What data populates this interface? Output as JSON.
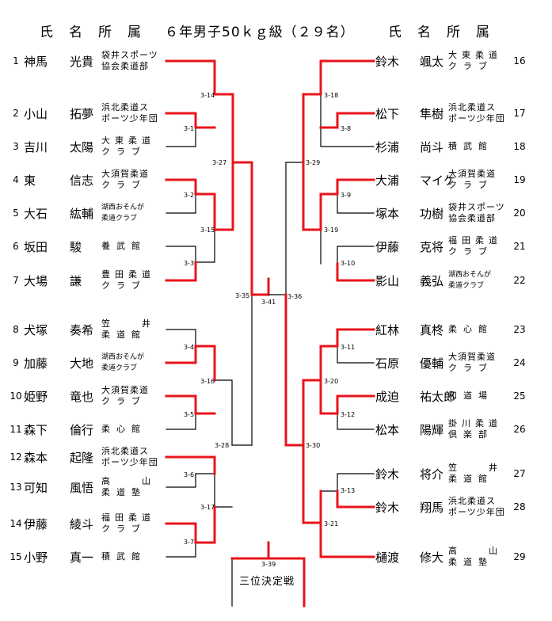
{
  "header": {
    "left_label": "氏名所属",
    "title": "６年男子50ｋｇ級（２９名）",
    "right_label": "氏名所属"
  },
  "left_entries": [
    {
      "no": "1",
      "last": "神馬",
      "first": "光貴",
      "club1": "袋井スポーツ",
      "club2": "協会柔道部"
    },
    {
      "no": "2",
      "last": "小山",
      "first": "拓夢",
      "club1": "浜北柔道ス",
      "club2": "ポーツ少年団"
    },
    {
      "no": "3",
      "last": "吉川",
      "first": "太陽",
      "club1": "大東柔道",
      "club2": "クラブ"
    },
    {
      "no": "4",
      "last": "東",
      "first": "信志",
      "club1": "大須賀柔道",
      "club2": "クラブ"
    },
    {
      "no": "5",
      "last": "大石",
      "first": "紘輔",
      "club1": "湖西おそんが",
      "club2": "柔道クラブ"
    },
    {
      "no": "6",
      "last": "坂田",
      "first": "駿",
      "club1": "養武館",
      "club2": ""
    },
    {
      "no": "7",
      "last": "大場",
      "first": "謙",
      "club1": "豊田柔道",
      "club2": "クラブ"
    },
    {
      "no": "8",
      "last": "犬塚",
      "first": "奏希",
      "club1": "笠　　井",
      "club2": "柔道館"
    },
    {
      "no": "9",
      "last": "加藤",
      "first": "大地",
      "club1": "湖西おそんが",
      "club2": "柔道クラブ"
    },
    {
      "no": "10",
      "last": "姫野",
      "first": "竜也",
      "club1": "大須賀柔道",
      "club2": "クラブ"
    },
    {
      "no": "11",
      "last": "森下",
      "first": "倫行",
      "club1": "柔心館",
      "club2": ""
    },
    {
      "no": "12",
      "last": "森本",
      "first": "起隆",
      "club1": "浜北柔道ス",
      "club2": "ポーツ少年団"
    },
    {
      "no": "13",
      "last": "可知",
      "first": "風悟",
      "club1": "高　　山",
      "club2": "柔道塾"
    },
    {
      "no": "14",
      "last": "伊藤",
      "first": "綾斗",
      "club1": "福田柔道",
      "club2": "クラブ"
    },
    {
      "no": "15",
      "last": "小野",
      "first": "真一",
      "club1": "積武館",
      "club2": ""
    }
  ],
  "right_entries": [
    {
      "no": "16",
      "last": "鈴木",
      "first": "颯太",
      "club1": "大東柔道",
      "club2": "クラブ"
    },
    {
      "no": "17",
      "last": "松下",
      "first": "隼樹",
      "club1": "浜北柔道ス",
      "club2": "ポーツ少年団"
    },
    {
      "no": "18",
      "last": "杉浦",
      "first": "尚斗",
      "club1": "積武館",
      "club2": ""
    },
    {
      "no": "19",
      "last": "大浦",
      "first": "マイケ",
      "club1": "大須賀柔道",
      "club2": "クラブ"
    },
    {
      "no": "20",
      "last": "塚本",
      "first": "功樹",
      "club1": "袋井スポーツ",
      "club2": "協会柔道部"
    },
    {
      "no": "21",
      "last": "伊藤",
      "first": "克将",
      "club1": "福田柔道",
      "club2": "クラブ"
    },
    {
      "no": "22",
      "last": "影山",
      "first": "義弘",
      "club1": "湖西おそんが",
      "club2": "柔道クラブ"
    },
    {
      "no": "23",
      "last": "紅林",
      "first": "真柊",
      "club1": "柔心館",
      "club2": ""
    },
    {
      "no": "24",
      "last": "石原",
      "first": "優輔",
      "club1": "大須賀柔道",
      "club2": "クラブ"
    },
    {
      "no": "25",
      "last": "成迫",
      "first": "祐太郎",
      "club1": "和道場",
      "club2": ""
    },
    {
      "no": "26",
      "last": "松本",
      "first": "陽輝",
      "club1": "掛川柔道",
      "club2": "倶楽部"
    },
    {
      "no": "27",
      "last": "鈴木",
      "first": "将介",
      "club1": "笠　　井",
      "club2": "柔道館"
    },
    {
      "no": "28",
      "last": "鈴木",
      "first": "翔馬",
      "club1": "浜北柔道ス",
      "club2": "ポーツ少年団"
    },
    {
      "no": "29",
      "last": "樋渡",
      "first": "修大",
      "club1": "高　　山",
      "club2": "柔道塾"
    }
  ],
  "matches": {
    "m1": "3-1",
    "m2": "3-2",
    "m3": "3-3",
    "m4": "3-4",
    "m5": "3-5",
    "m6": "3-6",
    "m7": "3-7",
    "m8": "3-8",
    "m9": "3-9",
    "m10": "3-10",
    "m11": "3-11",
    "m12": "3-12",
    "m13": "3-13",
    "m14": "3-14",
    "m15": "3-15",
    "m16": "3-16",
    "m17": "3-17",
    "m18": "3-18",
    "m19": "3-19",
    "m20": "3-20",
    "m21": "3-21",
    "m27": "3-27",
    "m28": "3-28",
    "m29": "3-29",
    "m30": "3-30",
    "m35": "3-35",
    "m36": "3-36",
    "m39": "3-39",
    "m41": "3-41"
  },
  "third_place_label": "三位決定戦",
  "colors": {
    "winner_line": "#e8141b",
    "line": "#000000"
  }
}
